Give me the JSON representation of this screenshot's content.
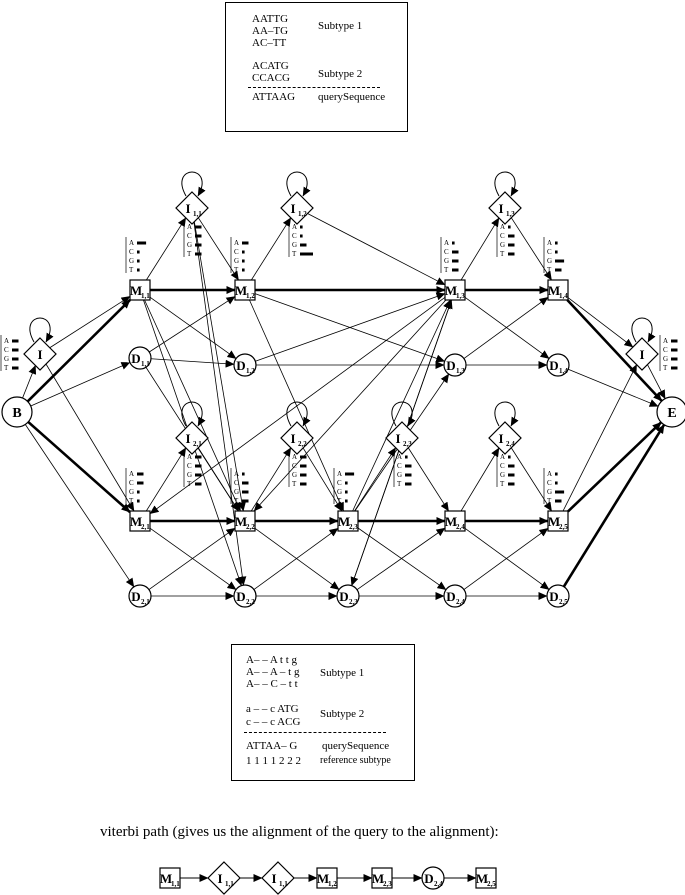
{
  "top_box": {
    "group1": [
      "AATTG",
      "AA–TG",
      "AC–TT"
    ],
    "group1_label": "Subtype 1",
    "group2": [
      "ACATG",
      "CCACG"
    ],
    "group2_label": "Subtype 2",
    "query": "ATTAAG",
    "query_label": "querySequence"
  },
  "bottom_box": {
    "group1": [
      "A– – A t t g",
      "A– – A – t g",
      "A– – C – t t"
    ],
    "group1_label": "Subtype 1",
    "group2": [
      "a – – c ATG",
      "c – – c ACG"
    ],
    "group2_label": "Subtype 2",
    "query": "ATTAA– G",
    "query_label": "querySequence",
    "reference": "1 1 1 1 2 2 2",
    "reference_label": "reference subtype"
  },
  "caption": "viterbi path (gives us the alignment of the query to the alignment):",
  "bases": [
    "A",
    "C",
    "G",
    "T"
  ],
  "nodes": [
    {
      "id": "B",
      "letter": "B",
      "sub": "",
      "shape": "circle"
    },
    {
      "id": "E",
      "letter": "E",
      "sub": "",
      "shape": "circle"
    },
    {
      "id": "I0",
      "letter": "I",
      "sub": "",
      "shape": "diamond"
    },
    {
      "id": "Iend",
      "letter": "I",
      "sub": "",
      "shape": "diamond"
    },
    {
      "id": "M11",
      "letter": "M",
      "sub": "1,1",
      "shape": "square"
    },
    {
      "id": "M12",
      "letter": "M",
      "sub": "1,2",
      "shape": "square"
    },
    {
      "id": "M13",
      "letter": "M",
      "sub": "1,3",
      "shape": "square"
    },
    {
      "id": "M14",
      "letter": "M",
      "sub": "1,4",
      "shape": "square"
    },
    {
      "id": "I11",
      "letter": "I",
      "sub": "1,1",
      "shape": "diamond"
    },
    {
      "id": "I12",
      "letter": "I",
      "sub": "1,2",
      "shape": "diamond"
    },
    {
      "id": "I13",
      "letter": "I",
      "sub": "1,3",
      "shape": "diamond"
    },
    {
      "id": "D11",
      "letter": "D",
      "sub": "1,1",
      "shape": "circle"
    },
    {
      "id": "D12",
      "letter": "D",
      "sub": "1,2",
      "shape": "circle"
    },
    {
      "id": "D13",
      "letter": "D",
      "sub": "1,3",
      "shape": "circle"
    },
    {
      "id": "D14",
      "letter": "D",
      "sub": "1,4",
      "shape": "circle"
    },
    {
      "id": "M21",
      "letter": "M",
      "sub": "2,1",
      "shape": "square"
    },
    {
      "id": "M22",
      "letter": "M",
      "sub": "2,2",
      "shape": "square"
    },
    {
      "id": "M23",
      "letter": "M",
      "sub": "2,3",
      "shape": "square"
    },
    {
      "id": "M24",
      "letter": "M",
      "sub": "2,4",
      "shape": "square"
    },
    {
      "id": "M25",
      "letter": "M",
      "sub": "2,5",
      "shape": "square"
    },
    {
      "id": "I21",
      "letter": "I",
      "sub": "2,1",
      "shape": "diamond"
    },
    {
      "id": "I22",
      "letter": "I",
      "sub": "2,2",
      "shape": "diamond"
    },
    {
      "id": "I23",
      "letter": "I",
      "sub": "2,3",
      "shape": "diamond"
    },
    {
      "id": "I24",
      "letter": "I",
      "sub": "2,4",
      "shape": "diamond"
    },
    {
      "id": "D21",
      "letter": "D",
      "sub": "2,1",
      "shape": "circle"
    },
    {
      "id": "D22",
      "letter": "D",
      "sub": "2,2",
      "shape": "circle"
    },
    {
      "id": "D23",
      "letter": "D",
      "sub": "2,3",
      "shape": "circle"
    },
    {
      "id": "D24",
      "letter": "D",
      "sub": "2,4",
      "shape": "circle"
    },
    {
      "id": "D25",
      "letter": "D",
      "sub": "2,5",
      "shape": "circle"
    }
  ],
  "edges": [
    [
      "B",
      "M11",
      3
    ],
    [
      "B",
      "I0",
      1
    ],
    [
      "B",
      "D11",
      1
    ],
    [
      "B",
      "M21",
      3
    ],
    [
      "B",
      "D21",
      1
    ],
    [
      "I0",
      "M11",
      1
    ],
    [
      "I0",
      "M21",
      1
    ],
    [
      "M11",
      "M12",
      3
    ],
    [
      "M11",
      "I11",
      1
    ],
    [
      "M11",
      "D12",
      1
    ],
    [
      "M11",
      "M22",
      1
    ],
    [
      "M11",
      "D22",
      1
    ],
    [
      "I11",
      "M12",
      1
    ],
    [
      "I11",
      "M22",
      1
    ],
    [
      "I11",
      "D22",
      1
    ],
    [
      "D11",
      "M12",
      1
    ],
    [
      "D11",
      "D12",
      1
    ],
    [
      "D11",
      "M22",
      1
    ],
    [
      "M12",
      "M13",
      3
    ],
    [
      "M12",
      "I12",
      1
    ],
    [
      "M12",
      "D13",
      1
    ],
    [
      "M12",
      "M23",
      1
    ],
    [
      "I12",
      "M13",
      1
    ],
    [
      "D12",
      "M13",
      1
    ],
    [
      "D12",
      "D13",
      1
    ],
    [
      "M13",
      "M14",
      3
    ],
    [
      "M13",
      "I13",
      1
    ],
    [
      "M13",
      "D14",
      1
    ],
    [
      "M13",
      "M22",
      1
    ],
    [
      "M13",
      "D23",
      1
    ],
    [
      "M13",
      "M21",
      1
    ],
    [
      "I13",
      "M14",
      1
    ],
    [
      "D13",
      "M14",
      1
    ],
    [
      "D13",
      "D14",
      1
    ],
    [
      "M14",
      "E",
      3
    ],
    [
      "M14",
      "Iend",
      1
    ],
    [
      "Iend",
      "E",
      1
    ],
    [
      "D14",
      "E",
      1
    ],
    [
      "M21",
      "M22",
      3
    ],
    [
      "M21",
      "I21",
      1
    ],
    [
      "M21",
      "D22",
      1
    ],
    [
      "I21",
      "M22",
      1
    ],
    [
      "D21",
      "M22",
      1
    ],
    [
      "D21",
      "D22",
      1
    ],
    [
      "M22",
      "M23",
      3
    ],
    [
      "M22",
      "I22",
      1
    ],
    [
      "M22",
      "D23",
      1
    ],
    [
      "I22",
      "M23",
      1
    ],
    [
      "D22",
      "M23",
      1
    ],
    [
      "D22",
      "D23",
      1
    ],
    [
      "M23",
      "M24",
      3
    ],
    [
      "M23",
      "I23",
      1
    ],
    [
      "M23",
      "D24",
      1
    ],
    [
      "M23",
      "M13",
      1
    ],
    [
      "M23",
      "D13",
      1
    ],
    [
      "I23",
      "M24",
      1
    ],
    [
      "D23",
      "M24",
      1
    ],
    [
      "D23",
      "D24",
      1
    ],
    [
      "D23",
      "M13",
      1
    ],
    [
      "M24",
      "M25",
      3
    ],
    [
      "M24",
      "I24",
      1
    ],
    [
      "M24",
      "D25",
      1
    ],
    [
      "I24",
      "M25",
      1
    ],
    [
      "D24",
      "M25",
      1
    ],
    [
      "D24",
      "D25",
      1
    ],
    [
      "M25",
      "E",
      3
    ],
    [
      "M25",
      "Iend",
      1
    ],
    [
      "D25",
      "E",
      3
    ]
  ],
  "emissions": {
    "I0": [
      0.5,
      0.5,
      0.5,
      0.5
    ],
    "Iend": [
      0.5,
      0.5,
      0.5,
      0.5
    ],
    "M11": [
      0.7,
      0.2,
      0.2,
      0.2
    ],
    "I11": [
      0.5,
      0.5,
      0.5,
      0.5
    ],
    "M12": [
      0.5,
      0.2,
      0.2,
      0.2
    ],
    "I12": [
      0.2,
      0.2,
      0.5,
      1.0
    ],
    "M13": [
      0.2,
      0.5,
      0.5,
      0.5
    ],
    "I13": [
      0.2,
      0.5,
      0.5,
      0.5
    ],
    "M14": [
      0.2,
      0.2,
      0.7,
      0.5
    ],
    "M21": [
      0.5,
      0.5,
      0.2,
      0.2
    ],
    "I21": [
      0.5,
      0.5,
      0.5,
      0.5
    ],
    "M22": [
      0.2,
      0.5,
      0.5,
      0.5
    ],
    "I22": [
      0.5,
      0.5,
      0.5,
      0.5
    ],
    "M23": [
      0.7,
      0.2,
      0.2,
      0.2
    ],
    "I23": [
      0.2,
      0.5,
      0.5,
      0.5
    ],
    "I24": [
      0.2,
      0.5,
      0.5,
      0.5
    ],
    "M25": [
      0.2,
      0.2,
      0.7,
      0.5
    ]
  },
  "self_loops": [
    "I0",
    "I11",
    "I12",
    "I13",
    "I21",
    "I22",
    "I23",
    "I24",
    "Iend"
  ],
  "viterbi_path": [
    {
      "letter": "M",
      "sub": "1,1",
      "shape": "square"
    },
    {
      "letter": "I",
      "sub": "1,1",
      "shape": "diamond"
    },
    {
      "letter": "I",
      "sub": "1,1",
      "shape": "diamond"
    },
    {
      "letter": "M",
      "sub": "1,2",
      "shape": "square"
    },
    {
      "letter": "M",
      "sub": "2,3",
      "shape": "square"
    },
    {
      "letter": "D",
      "sub": "2,4",
      "shape": "circle"
    },
    {
      "letter": "M",
      "sub": "2,5",
      "shape": "square"
    }
  ]
}
